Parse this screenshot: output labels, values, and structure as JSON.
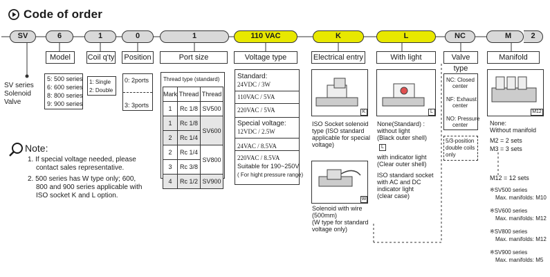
{
  "title": "Code of order",
  "code_parts": [
    "SV",
    "6",
    "1",
    "0",
    "1",
    "110 VAC",
    "K",
    "L",
    "NC",
    "M",
    "2"
  ],
  "headers": {
    "model": "Model",
    "coil": "Coil q'ty",
    "position": "Position",
    "port_size": "Port size",
    "voltage": "Voltage type",
    "electrical": "Electrical entry",
    "light": "With light",
    "valve": "Valve type",
    "manifold": "Manifold"
  },
  "sv_series": [
    "SV series",
    "Solenoid",
    "Valve"
  ],
  "model_items": [
    "5: 500 series",
    "6: 600 series",
    "8: 800 series",
    "9: 900 series"
  ],
  "coil_items": [
    "1: Single",
    "2: Double"
  ],
  "position_items": [
    "0: 2ports",
    "3: 3ports"
  ],
  "thread_table": {
    "caption": "Thread type (standard)",
    "headers": [
      "Mark",
      "Thread",
      "Thread"
    ],
    "rows": [
      [
        "1",
        "Rc 1/8",
        "SV500"
      ],
      [
        "1",
        "Rc 1/8",
        ""
      ],
      [
        "2",
        "Rc 1/4",
        "SV600"
      ],
      [
        "2",
        "Rc 1/4",
        ""
      ],
      [
        "3",
        "Rc 3/8",
        "SV800"
      ],
      [
        "4",
        "Rc 1/2",
        "SV900"
      ]
    ]
  },
  "voltage": {
    "standard_label": "Standard:",
    "standard": [
      "24VDC / 3W",
      "110VAC / 5VA",
      "220VAC / 5VA"
    ],
    "special_label": "Special voltage:",
    "special": [
      "12VDC / 2.5W",
      "24VAC / 8.5VA",
      "220VAC / 8.5VA"
    ],
    "note1": "Suitable for 190~250V",
    "note2": "( For hight pressure range)"
  },
  "electrical": {
    "tag_k": "K",
    "tag_w": "W",
    "k_desc": [
      "ISO Socket solenoid",
      "type (ISO standard",
      "applicable for special",
      "voltage)"
    ],
    "w_desc": [
      "Solenoid with wire",
      "(500mm)",
      "(W type for standard",
      "voltage only)"
    ]
  },
  "light": {
    "tag_l": "L",
    "none": [
      "None(Standard) :",
      "without light",
      "(Black outer shell)"
    ],
    "with": [
      "with indicator light",
      "(Clear outer shell)"
    ],
    "iso": [
      "ISO standard socket",
      "with AC and DC",
      "indicator light",
      "(clear case)"
    ]
  },
  "valve": {
    "items": [
      [
        "NC: Closed",
        "center"
      ],
      [
        "NF: Exhaust",
        "center"
      ],
      [
        "NO: Pressure",
        "center"
      ]
    ],
    "note": [
      "5/3-position",
      "double coils",
      "only"
    ]
  },
  "manifold": {
    "tag": "M12",
    "none": [
      "None:",
      "Without manifold"
    ],
    "sets": [
      "M2    = 2 sets",
      "M3    = 3 sets",
      "M12  = 12 sets"
    ],
    "series": [
      [
        "※SV500 series",
        "Max. manifolds: M10"
      ],
      [
        "※SV600 series",
        "Max. manifolds: M12"
      ],
      [
        "※SV800 series",
        "Max. manifolds: M12"
      ],
      [
        "※SV900 series",
        "Max. manifolds: M5"
      ]
    ]
  },
  "note": {
    "label": "Note:",
    "items": [
      [
        "1. If special voltage needed, please",
        "contact sales representative."
      ],
      [
        "2. 500 series has W type only; 600,",
        "800 and 900 series applicable with",
        "ISO socket K and L option."
      ]
    ]
  },
  "colors": {
    "highlight": "#e8e800",
    "pill": "#d9d9d9",
    "line": "#333333"
  }
}
